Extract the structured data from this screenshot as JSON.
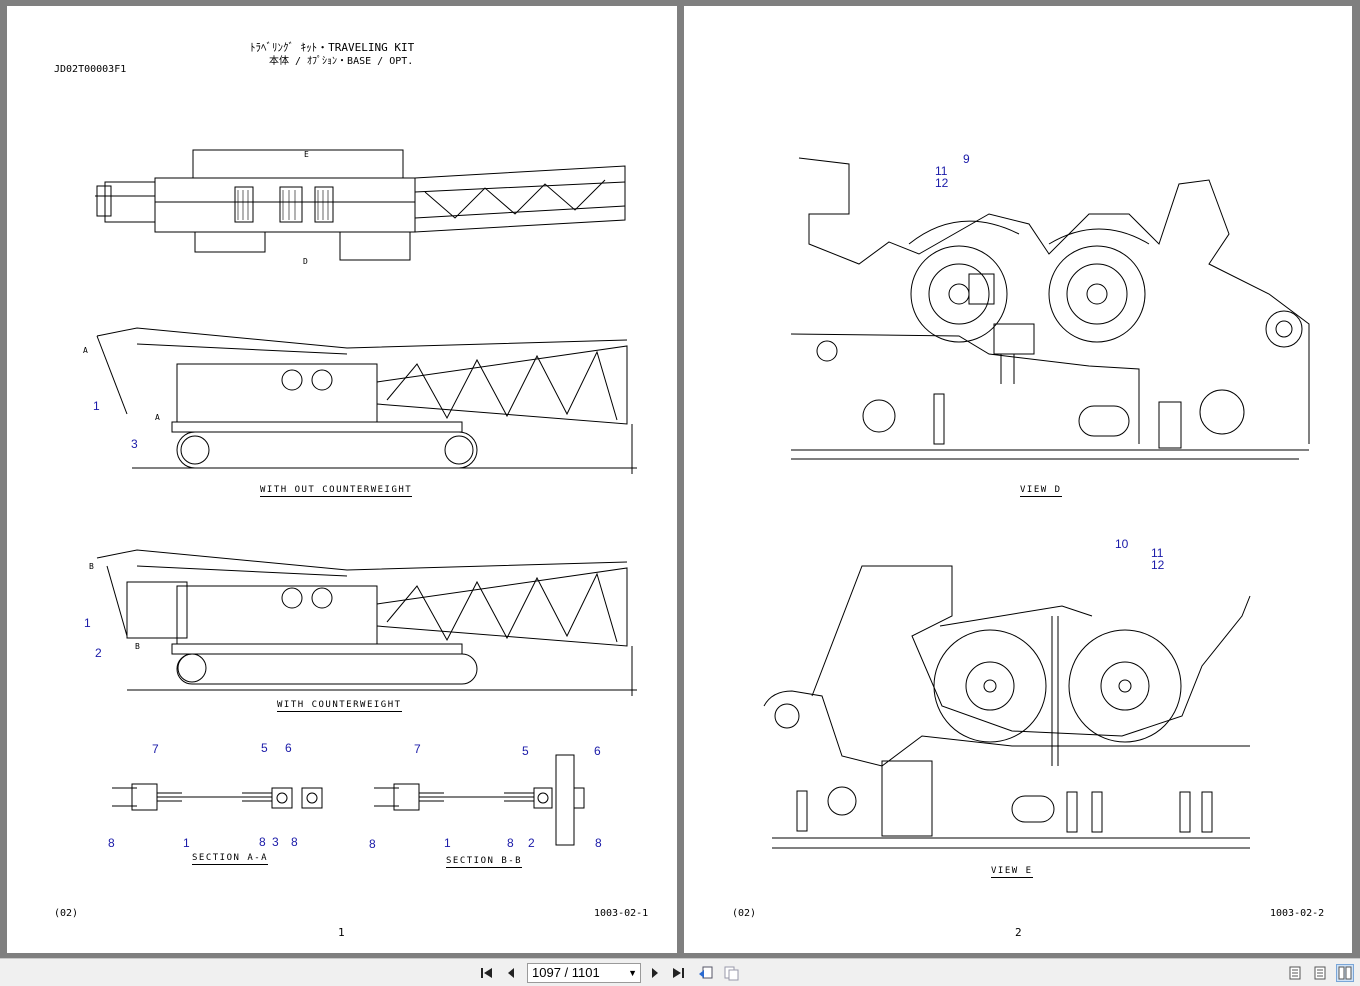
{
  "document": {
    "code": "JD02T00003F1",
    "title_line1": "ﾄﾗﾍﾞﾘﾝｸﾞ ｷｯﾄ・TRAVELING KIT",
    "title_line2": "本体 / ｵﾌﾟｼｮﾝ・BASE / OPT."
  },
  "left_page": {
    "caption_without": "WITH OUT COUNTERWEIGHT",
    "caption_with": "WITH COUNTERWEIGHT",
    "caption_section_a": "SECTION A-A",
    "caption_section_b": "SECTION B-B",
    "revision": "(02)",
    "page_code": "1003-02-1",
    "page_number": "1",
    "labels": {
      "a1": "A",
      "a2": "A",
      "b1": "B",
      "b2": "B",
      "e": "E",
      "d": "D",
      "c1": "1",
      "c3": "3",
      "c1b": "1",
      "c2": "2",
      "sa7": "7",
      "sa5": "5",
      "sa6": "6",
      "sa8a": "8",
      "sa1": "1",
      "sa8b": "8",
      "sa3": "3",
      "sa8c": "8",
      "sb7": "7",
      "sb5": "5",
      "sb6": "6",
      "sb8a": "8",
      "sb1": "1",
      "sb8b": "8",
      "sb2": "2",
      "sb8c": "8"
    }
  },
  "right_page": {
    "caption_view_d": "VIEW D",
    "caption_view_e": "VIEW E",
    "revision": "(02)",
    "page_code": "1003-02-2",
    "page_number": "2",
    "labels": {
      "d11": "11",
      "d12": "12",
      "d9": "9",
      "e10": "10",
      "e11": "11",
      "e12": "12"
    }
  },
  "toolbar": {
    "page_indicator": "1097 / 1101",
    "icons": [
      "first-page-icon",
      "prev-page-icon",
      "next-page-icon",
      "last-page-icon",
      "back-icon",
      "forward-icon",
      "single-page-icon",
      "continuous-icon",
      "two-page-icon"
    ]
  },
  "colors": {
    "callout": "#1a1aa8",
    "viewer_bg": "#7f7f7f",
    "toolbar_bg": "#f0f0f0"
  }
}
